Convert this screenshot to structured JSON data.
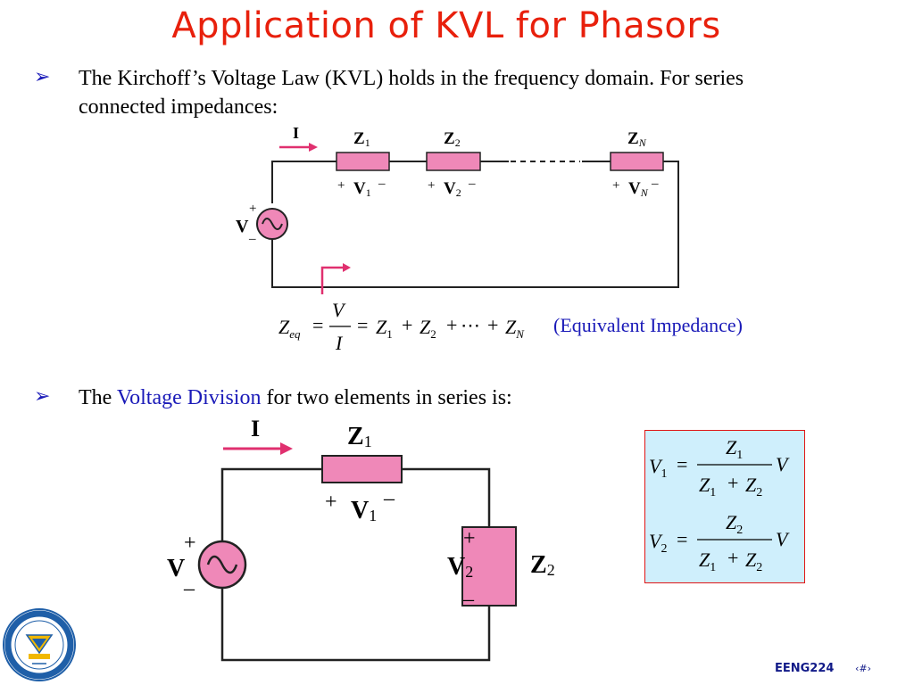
{
  "slide": {
    "title": "Application of KVL for Phasors",
    "bullets": [
      {
        "line1": "The Kirchoff’s Voltage Law (KVL) holds in the frequency domain. For series",
        "line2": "connected impedances:"
      },
      {
        "pre": "The ",
        "highlight": "Voltage Division",
        "post": " for two elements in series is:"
      }
    ],
    "equivalent_label": "(Equivalent Impedance)",
    "footer": "EENG224",
    "page": "‹#›"
  },
  "circuit1": {
    "current": "I",
    "source": "V",
    "plus": "+",
    "minus": "–",
    "elements": [
      {
        "z": "Z",
        "zsub": "1",
        "v": "V",
        "vsub": "1"
      },
      {
        "z": "Z",
        "zsub": "2",
        "v": "V",
        "vsub": "2"
      },
      {
        "z": "Z",
        "zsub": "N",
        "v": "V",
        "vsub": "N"
      }
    ]
  },
  "equation1": {
    "lhs": "Z",
    "lhs_sub": "eq",
    "num": "V",
    "den": "I",
    "eq": "=",
    "t1": "Z",
    "t1s": "1",
    "t2": "Z",
    "t2s": "2",
    "plus": "+",
    "dots": "⋯",
    "tn": "Z",
    "tns": "N"
  },
  "circuit2": {
    "current": "I",
    "source": "V",
    "plus": "+",
    "minus": "–",
    "z1": "Z",
    "z1s": "1",
    "v1": "V",
    "v1s": "1",
    "z2": "Z",
    "z2s": "2",
    "v2": "V",
    "v2s": "2"
  },
  "division": [
    {
      "lhs": "V",
      "lhs_sub": "1",
      "num": "Z",
      "num_sub": "1",
      "den_a": "Z",
      "den_a_sub": "1",
      "den_plus": "+",
      "den_b": "Z",
      "den_b_sub": "2",
      "tail": "V"
    },
    {
      "lhs": "V",
      "lhs_sub": "2",
      "num": "Z",
      "num_sub": "2",
      "den_a": "Z",
      "den_a_sub": "1",
      "den_plus": "+",
      "den_b": "Z",
      "den_b_sub": "2",
      "tail": "V"
    }
  ],
  "colors": {
    "title": "#e8200c",
    "accent": "#1a1ab8",
    "impedance_fill": "#ef88b8",
    "arrow": "#e0306f",
    "box_fill": "#cfeffc",
    "box_border": "#e01515"
  },
  "icons": {
    "bullet": "right-arrow-icon",
    "logo": "university-seal-logo"
  }
}
